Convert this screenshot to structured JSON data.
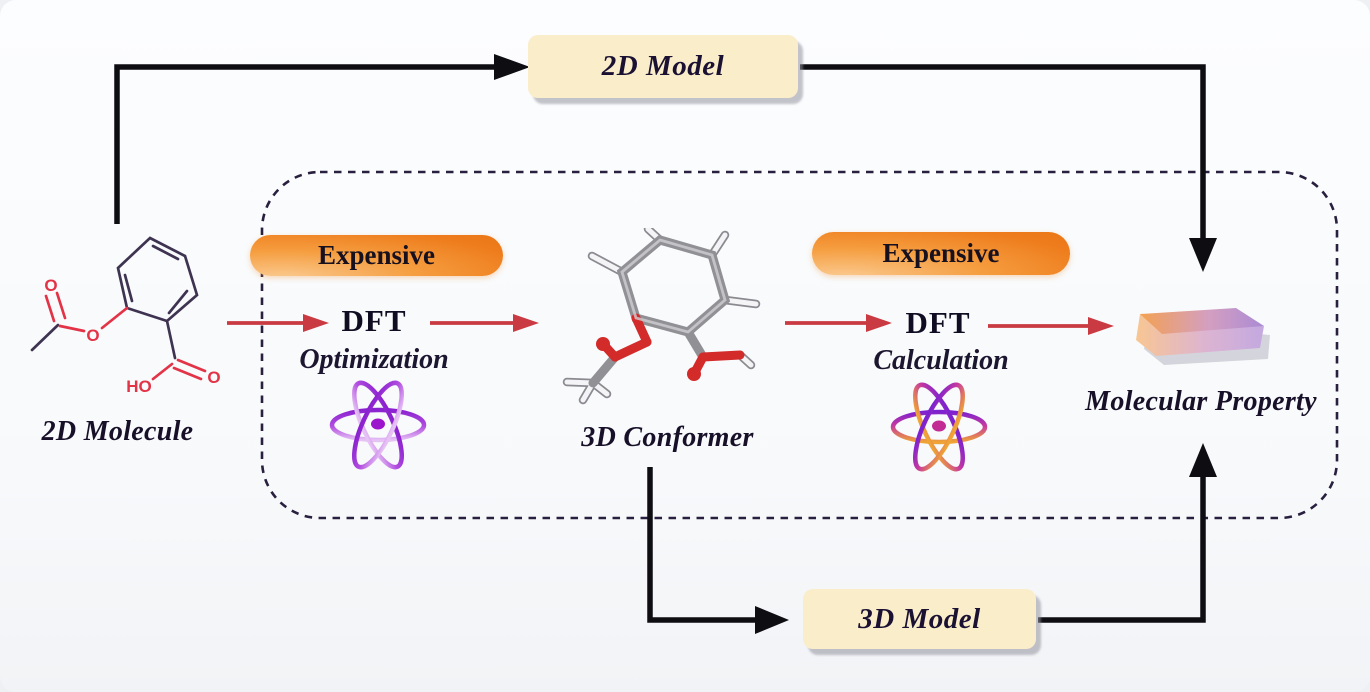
{
  "top_model": {
    "label": "2D Model"
  },
  "bottom_model": {
    "label": "3D Model"
  },
  "molecule_2d": {
    "label": "2D Molecule"
  },
  "conformer_3d": {
    "label": "3D Conformer"
  },
  "property": {
    "label": "Molecular Property"
  },
  "step1": {
    "badge": "Expensive",
    "title": "DFT",
    "subtitle": "Optimization"
  },
  "step2": {
    "badge": "Expensive",
    "title": "DFT",
    "subtitle": "Calculation"
  },
  "atom_labels_2d": {
    "ester_o": "O",
    "carbonyl_o": "O",
    "acid_dbl_o": "O",
    "acid_oh": "HO"
  },
  "colors": {
    "box_cream": "#faedca",
    "badge_orange": "#ee7c1c",
    "arrow_red": "#c93a42",
    "arrow_black": "#0d0d12",
    "dashed_border": "#28203e",
    "atom_purple": "#8b22cf",
    "atom_orange": "#f0a435",
    "bond_dark": "#3e3350",
    "oxygen_red": "#e23347",
    "slab_orange": "#f5a45b",
    "slab_purple": "#b193d6"
  }
}
